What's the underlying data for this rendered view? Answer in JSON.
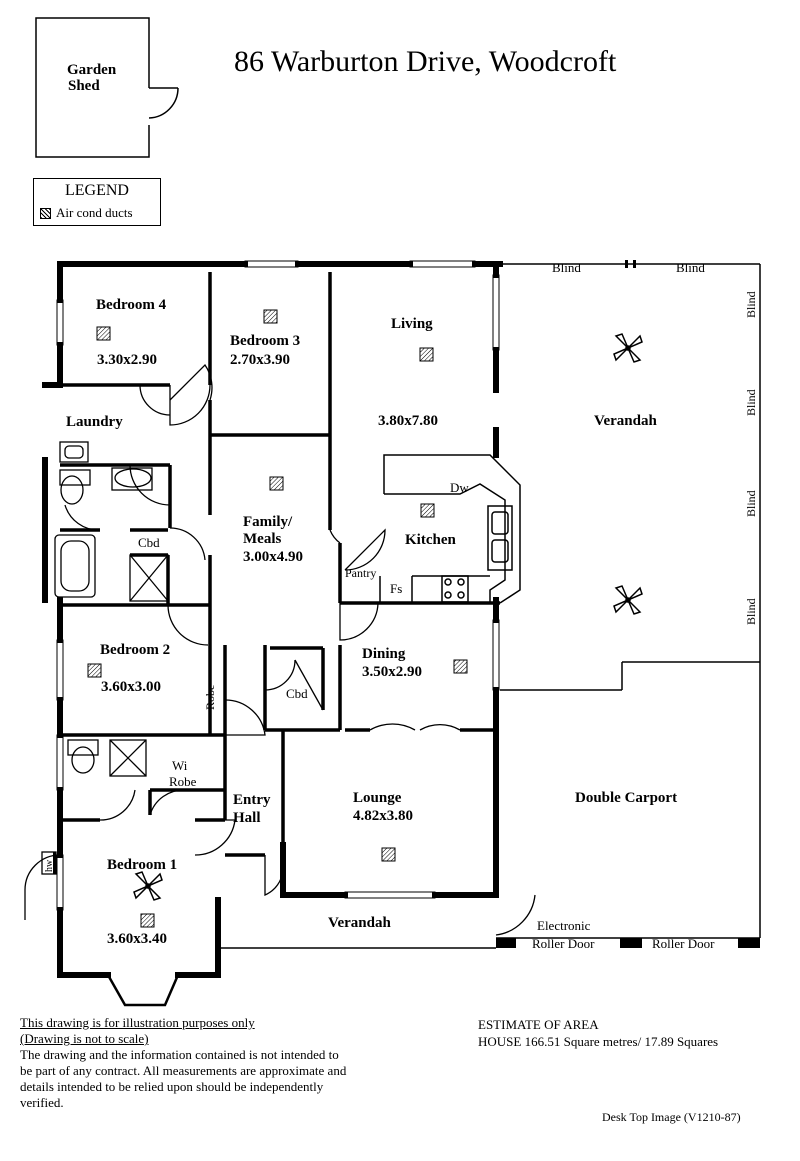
{
  "title": "86 Warburton Drive,  Woodcroft",
  "shed": {
    "label_line1": "Garden",
    "label_line2": "Shed"
  },
  "legend": {
    "title": "LEGEND",
    "item": "Air cond ducts"
  },
  "rooms": {
    "bedroom4": {
      "name": "Bedroom 4",
      "size": "3.30x2.90"
    },
    "bedroom3": {
      "name": "Bedroom 3",
      "size": "2.70x3.90"
    },
    "living": {
      "name": "Living",
      "size": "3.80x7.80"
    },
    "laundry": {
      "name": "Laundry"
    },
    "family_line1": "Family/",
    "family_line2": "Meals",
    "family_size": "3.00x4.90",
    "kitchen": {
      "name": "Kitchen",
      "dw": "Dw",
      "pantry": "Pantry",
      "fs": "Fs"
    },
    "cbd_top": "Cbd",
    "cbd_mid": "Cbd",
    "bedroom2": {
      "name": "Bedroom 2",
      "size": "3.60x3.00"
    },
    "robe": "Robe",
    "dining": {
      "name": "Dining",
      "size": "3.50x2.90"
    },
    "wi_line1": "Wi",
    "wi_line2": "Robe",
    "entry_line1": "Entry",
    "entry_line2": "Hall",
    "lounge": {
      "name": "Lounge",
      "size": "4.82x3.80"
    },
    "bedroom1": {
      "name": "Bedroom 1",
      "size": "3.60x3.40"
    },
    "verandah_rear": "Verandah",
    "verandah_front": "Verandah",
    "carport": "Double Carport",
    "hw": "hw"
  },
  "blinds": {
    "b1": "Blind",
    "b2": "Blind",
    "b3": "Blind",
    "b4": "Blind",
    "b5": "Blind",
    "b6": "Blind"
  },
  "doors": {
    "electronic": "Electronic",
    "roller1": "Roller Door",
    "roller2": "Roller Door"
  },
  "notes": {
    "line1": "This drawing is for illustration purposes only",
    "line2": "(Drawing is not to scale)",
    "body": "The drawing and the information contained is not intended to be part of any contract.  All measurements are approximate and details intended to be relied upon should be independently verified."
  },
  "estimate": {
    "heading": "ESTIMATE OF AREA",
    "house": "HOUSE  166.51 Square metres/ 17.89 Squares"
  },
  "reference": "Desk Top Image  (V1210-87)"
}
